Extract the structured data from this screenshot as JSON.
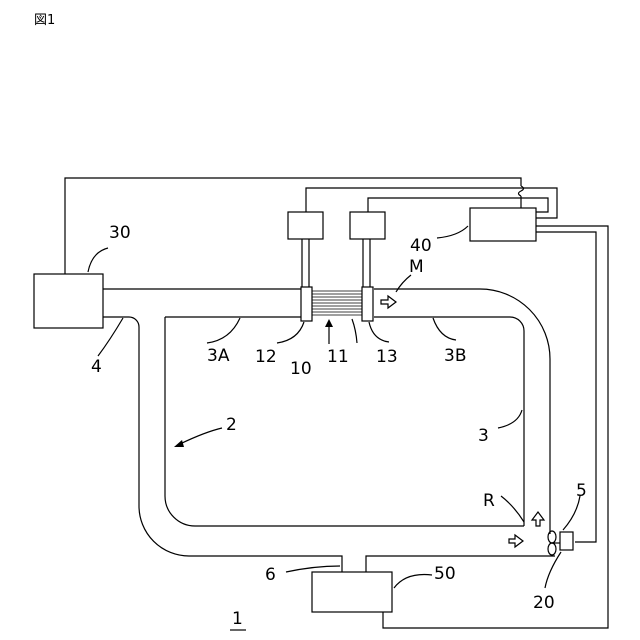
{
  "figure_label": "図1",
  "labels": {
    "system": "1",
    "loop": "2",
    "pipe": "3",
    "pipe_a": "3A",
    "pipe_b": "3B",
    "junction_left": "4",
    "junction_right": "5",
    "junction_bottom": "6",
    "unit_10": "10",
    "unit_11": "11",
    "unit_12": "12",
    "unit_13": "13",
    "unit_20": "20",
    "unit_30": "30",
    "unit_40": "40",
    "unit_50": "50",
    "flow_m": "M",
    "flow_r": "R"
  }
}
